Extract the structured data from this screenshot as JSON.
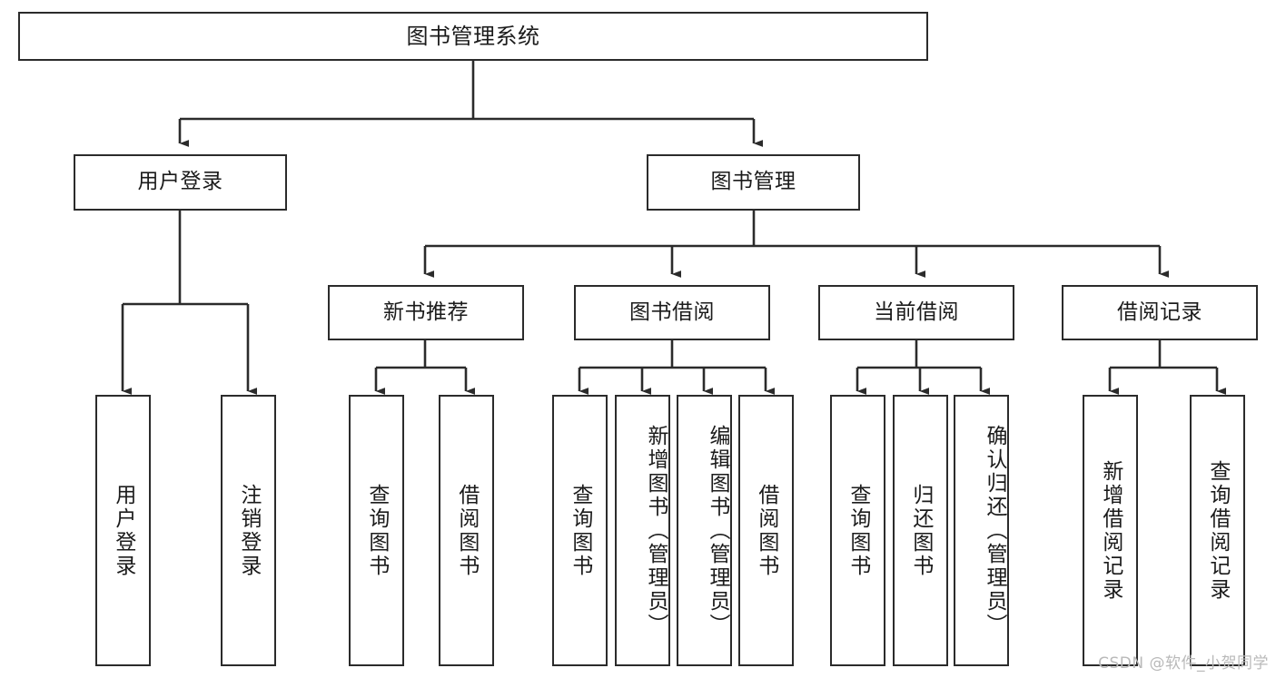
{
  "diagram": {
    "type": "tree-hierarchy",
    "title": "图书管理系统",
    "watermark": "CSDN @软件_小贺同学",
    "colors": {
      "box_border": "#2b2b2b",
      "box_fill": "#ffffff",
      "connector": "#2b2b2b",
      "text": "#1b1b1b",
      "watermark": "#b9b9b9"
    },
    "root": {
      "label": "图书管理系统"
    },
    "level2": [
      {
        "label": "用户登录"
      },
      {
        "label": "图书管理"
      }
    ],
    "level3": [
      {
        "label": "新书推荐"
      },
      {
        "label": "图书借阅"
      },
      {
        "label": "当前借阅"
      },
      {
        "label": "借阅记录"
      }
    ],
    "leaves": {
      "user_login": [
        {
          "label": "用户登录"
        },
        {
          "label": "注销登录"
        }
      ],
      "new_book": [
        {
          "label": "查询图书"
        },
        {
          "label": "借阅图书"
        }
      ],
      "book_borrow": [
        {
          "label": "查询图书"
        },
        {
          "label": "新增图书（管理员）"
        },
        {
          "label": "编辑图书（管理员）"
        },
        {
          "label": "借阅图书"
        }
      ],
      "current_borrow": [
        {
          "label": "查询图书"
        },
        {
          "label": "归还图书"
        },
        {
          "label": "确认归还（管理员）"
        }
      ],
      "borrow_record": [
        {
          "label": "新增借阅记录"
        },
        {
          "label": "查询借阅记录"
        }
      ]
    }
  }
}
